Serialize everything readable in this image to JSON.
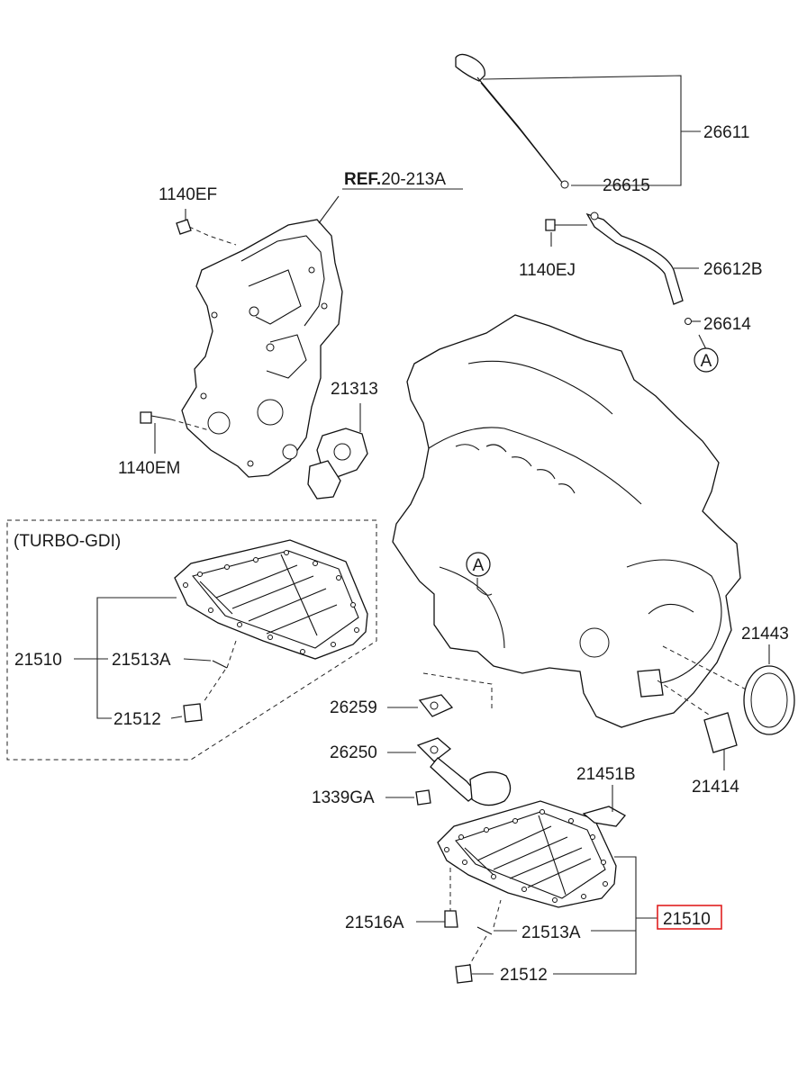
{
  "ref_label": {
    "bold": "REF.",
    "rest": "20-213A"
  },
  "turbo_label": "(TURBO-GDI)",
  "circle_marker": "A",
  "highlight_color": "#e02020",
  "parts": {
    "p1140EF": "1140EF",
    "p1140EJ": "1140EJ",
    "p1140EM": "1140EM",
    "p26611": "26611",
    "p26615": "26615",
    "p26612B": "26612B",
    "p26614": "26614",
    "p21313": "21313",
    "p21443": "21443",
    "p21414": "21414",
    "p26259": "26259",
    "p26250": "26250",
    "p1339GA": "1339GA",
    "p21451B": "21451B",
    "p21516A": "21516A",
    "p21513A_turbo": "21513A",
    "p21512_turbo": "21512",
    "p21510_turbo": "21510",
    "p21513A": "21513A",
    "p21512": "21512",
    "p21510": "21510"
  }
}
